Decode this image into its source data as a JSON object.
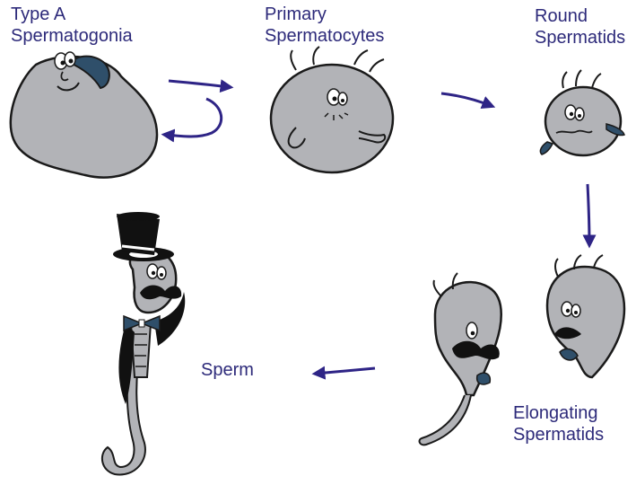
{
  "colors": {
    "label": "#2d2a7a",
    "arrow": "#2e2486",
    "cell": "#b2b3b7",
    "outline": "#1a1a1a",
    "accent": "#2f4f6a",
    "hat": "#111111"
  },
  "stages": {
    "type_a": {
      "line1": "Type A",
      "line2": "Spermatogonia"
    },
    "primary": {
      "line1": "Primary",
      "line2": "Spermatocytes"
    },
    "round": {
      "line1": "Round",
      "line2": "Spermatids"
    },
    "elongating": {
      "line1": "Elongating",
      "line2": "Spermatids"
    },
    "sperm": {
      "line1": "Sperm"
    }
  }
}
